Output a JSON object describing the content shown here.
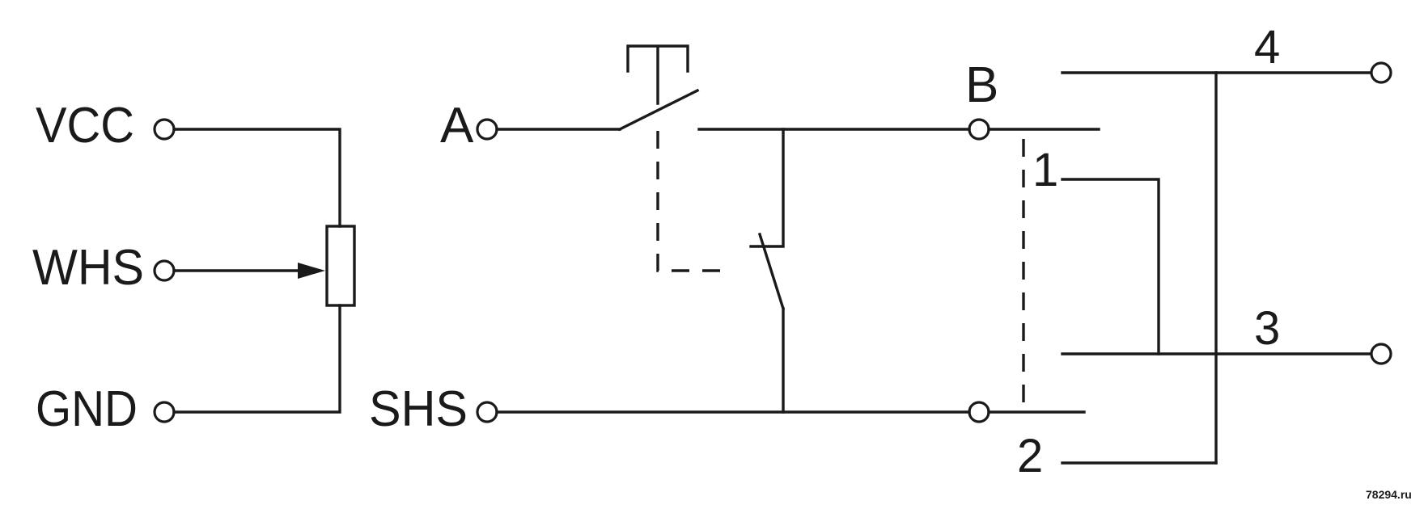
{
  "potentiometer": {
    "vcc_label": "VCC",
    "whs_label": "WHS",
    "gnd_label": "GND"
  },
  "switch_block": {
    "a_label": "A",
    "b_label": "B",
    "shs_label": "SHS"
  },
  "contacts": {
    "pin1": "1",
    "pin2": "2",
    "pin3": "3",
    "pin4": "4"
  },
  "watermark": "78294.ru"
}
